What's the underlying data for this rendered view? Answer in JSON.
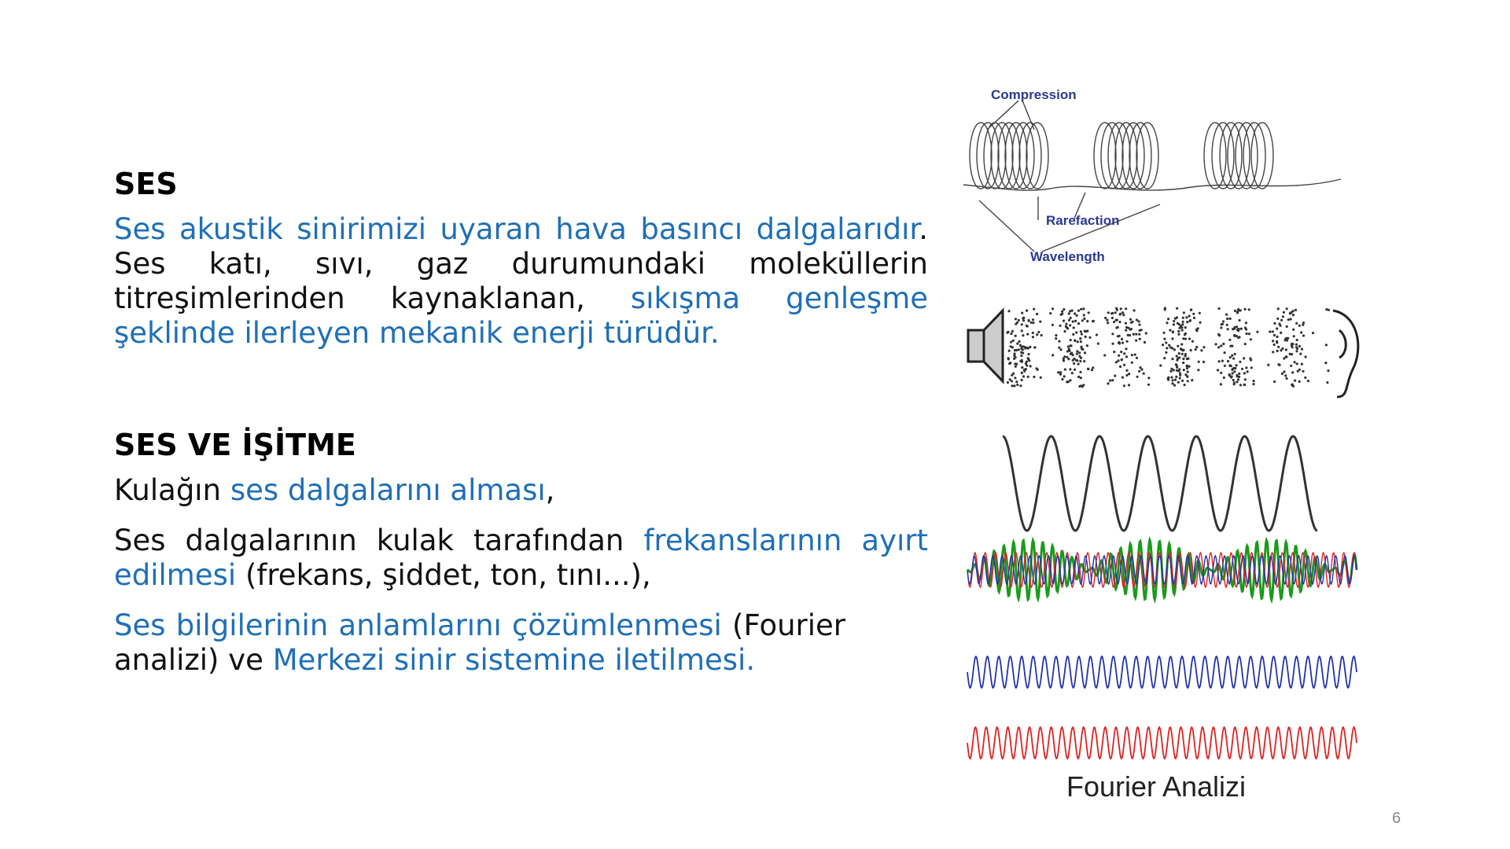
{
  "section1": {
    "heading": "SES",
    "p1_blue": "Ses akustik sinirimizi uyaran hava basıncı dalgalarıdır",
    "p1_dot": ".",
    "p1_black": " Ses katı, sıvı, gaz durumundaki moleküllerin titreşimlerinden kaynaklanan, ",
    "p1_blue2": "sıkışma genleşme şeklinde ilerleyen mekanik enerji türüdür."
  },
  "section2": {
    "heading": "SES VE İŞİTME",
    "item1_black": "Kulağın ",
    "item1_blue": "ses dalgalarını alması",
    "item1_end": ",",
    "item2_black": "Ses dalgalarının kulak tarafından ",
    "item2_blue": "frekanslarının ayırt edilmesi",
    "item2_end": " (frekans, şiddet, ton, tını...),",
    "item3_blue": "Ses bilgilerinin anlamlarını çözümlenmesi",
    "item3_black": " (Fourier analizi) ve ",
    "item3_blue2": "Merkezi sinir sistemine iletilmesi."
  },
  "figure_labels": {
    "compression": "Compression",
    "rarefaction": "Rarefaction",
    "wavelength": "Wavelength"
  },
  "fourier_caption": "Fourier Analizi",
  "page_number": "6",
  "colors": {
    "accent_blue": "#1f6fb7",
    "text": "#111111",
    "label_blue": "#2b3a8f"
  }
}
